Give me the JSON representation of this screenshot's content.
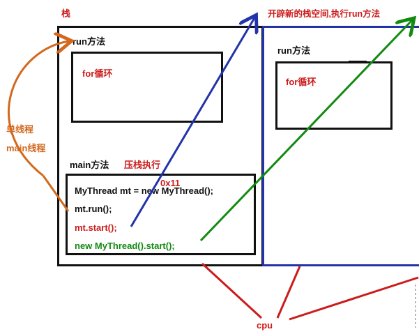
{
  "stack_label": "栈",
  "new_stack_note": "开辟新的栈空间,执行run方法",
  "left_stack": {
    "run_method_label": "run方法",
    "for_loop_label": "for循环",
    "main_method_label": "main方法",
    "push_exec_label": "压栈执行",
    "address_label": "0x11",
    "code_lines": {
      "line1": "MyThread mt = new MyThread();",
      "line2": "mt.run();",
      "line3": "mt.start();",
      "line4": "new MyThread().start();"
    }
  },
  "right_stack": {
    "run_method_label": "run方法",
    "for_loop_label": "for循环"
  },
  "thread_note": {
    "line1": "单线程",
    "line2": "main线程"
  },
  "cpu_label": "cpu",
  "colors": {
    "red": "#cc1b1b",
    "blue": "#2233aa",
    "green": "#128a12",
    "orange": "#d2691e",
    "black": "#111111"
  }
}
